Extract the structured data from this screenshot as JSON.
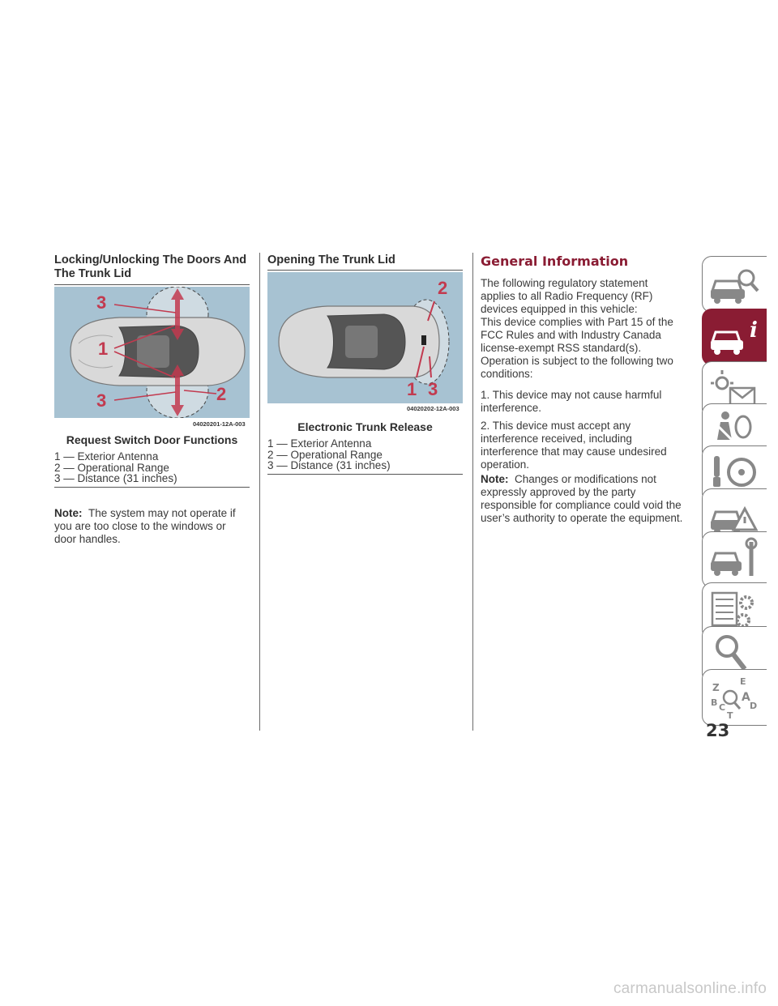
{
  "section1": {
    "heading_line1": "Locking/Unlocking The Doors And",
    "heading_line2": "The Trunk Lid",
    "figure_code": "04020201-12A-003",
    "figure_title": "Request Switch Door Functions",
    "callouts": [
      "3",
      "1",
      "3",
      "2"
    ],
    "legend": [
      "1 — Exterior Antenna",
      "2 — Operational Range",
      "3 — Distance (31 inches)"
    ],
    "note_label": "Note:",
    "note_text": "The system may not operate if you are too close to the windows or door handles."
  },
  "section2": {
    "heading": "Opening The Trunk Lid",
    "figure_code": "04020202-12A-003",
    "figure_title": "Electronic Trunk Release",
    "callouts": [
      "2",
      "1",
      "3"
    ],
    "legend": [
      "1 — Exterior Antenna",
      "2 — Operational Range",
      "3 — Distance (31 inches)"
    ]
  },
  "section3": {
    "heading": "General Information",
    "p1": "The following regulatory statement applies to all Radio Frequency (RF) devices equipped in this vehicle:",
    "p2": "This device complies with Part 15 of the FCC Rules and with Industry Canada license-exempt RSS standard(s). Operation is subject to the following two conditions:",
    "p3": "1. This device may not cause harmful interference.",
    "p4": "2. This device must accept any interference received, including interference that may cause undesired operation.",
    "note_label": "Note:",
    "note_text": "Changes or modifications not expressly approved by the party responsible for compliance could void the user’s authority to operate the equipment."
  },
  "side_tabs": [
    {
      "icon": "car-search-icon",
      "active": false
    },
    {
      "icon": "car-info-icon",
      "active": true
    },
    {
      "icon": "warning-light-message-icon",
      "active": false
    },
    {
      "icon": "seat-airbag-icon",
      "active": false
    },
    {
      "icon": "key-steering-wheel-icon",
      "active": false
    },
    {
      "icon": "car-warning-triangle-icon",
      "active": false
    },
    {
      "icon": "car-wrench-icon",
      "active": false
    },
    {
      "icon": "specifications-gear-icon",
      "active": false
    },
    {
      "icon": "magnifier-icon",
      "active": false
    },
    {
      "icon": "alphabetical-index-icon",
      "active": false
    }
  ],
  "page_number": "23",
  "watermark": "carmanualsonline.info",
  "colors": {
    "accent": "#8a1c33",
    "figure_bg": "#a7c2d2",
    "callout": "#c23a4f"
  }
}
